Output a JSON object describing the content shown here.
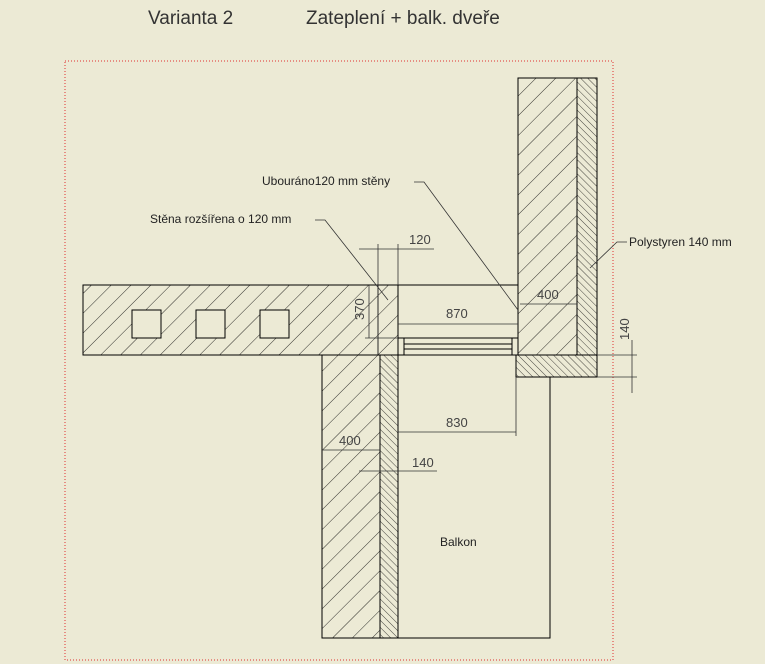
{
  "title": {
    "variant": "Varianta 2",
    "subtitle": "Zateplení + balk. dveře"
  },
  "annotations": {
    "removed_wall": "Ubouráno120 mm stěny",
    "wall_extended": "Stěna rozšířena o 120 mm",
    "polystyrene": "Polystyren 140 mm",
    "balcony": "Balkon"
  },
  "dimensions": {
    "d120_top": "120",
    "d370": "370",
    "d870": "870",
    "d400_right": "400",
    "d140_right": "140",
    "d830": "830",
    "d400_left": "400",
    "d140_left": "140"
  },
  "colors": {
    "background": "#ECEAD5",
    "line": "#000000",
    "frame": "#E03030"
  }
}
